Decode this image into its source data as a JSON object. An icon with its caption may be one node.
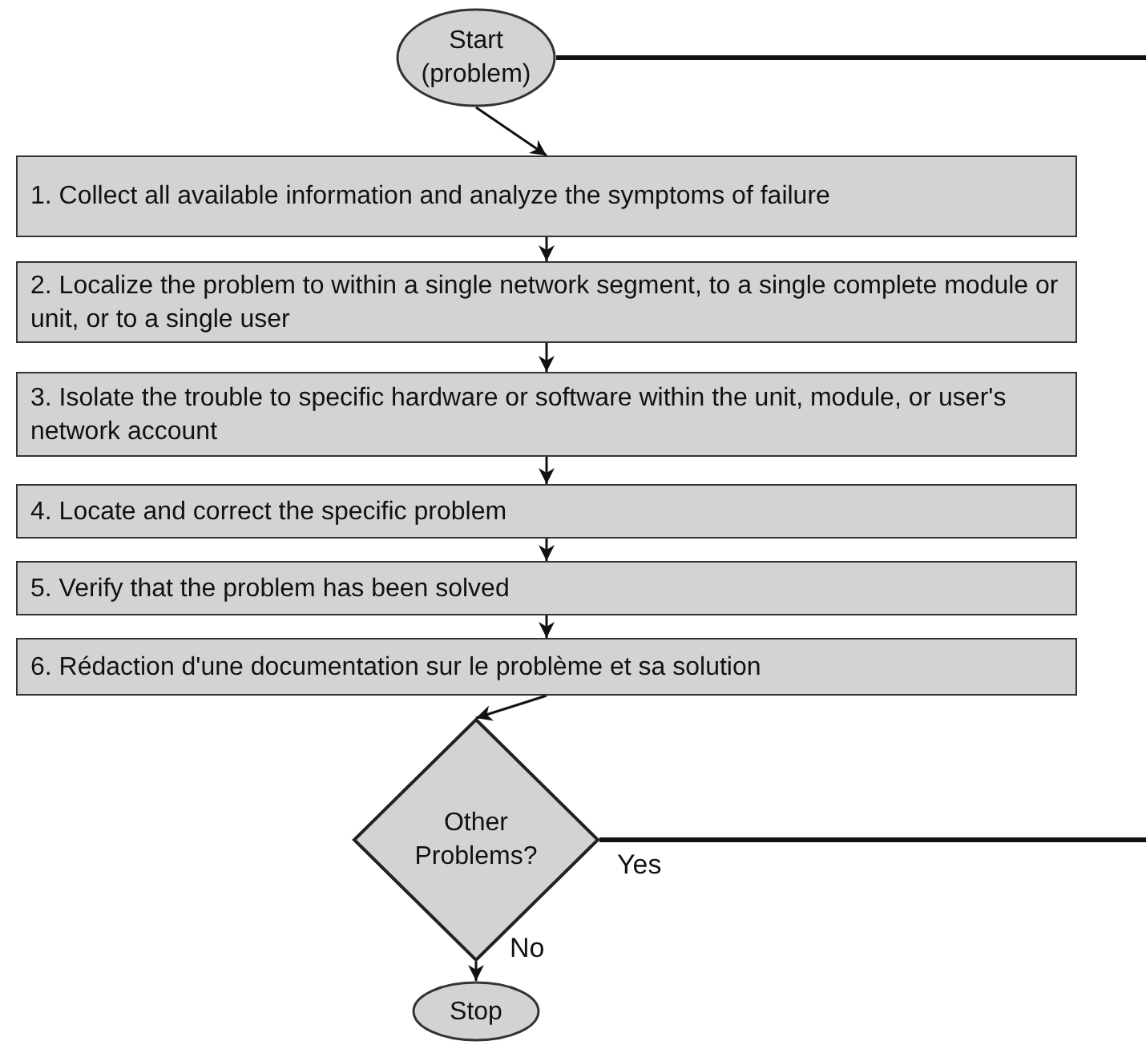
{
  "diagram": {
    "nodes": [
      {
        "text": [
          "Start (problem)"
        ]
      },
      {
        "text": [
          "1. Collect all available information and analyze the symptoms of failure"
        ]
      },
      {
        "text": [
          "2. Localize the problem to within a single network segment, to a single complete module or unit, or to a single user"
        ]
      },
      {
        "text": [
          "3. Isolate the trouble to specific hardware or software within the unit, module, or user's network account"
        ]
      },
      {
        "text": [
          "4. Locate and correct the specific problem"
        ]
      },
      {
        "text": [
          "5. Verify that the problem has been solved"
        ]
      },
      {
        "text": [
          "6. Rédaction d'une documentation sur le problème et sa solution"
        ]
      },
      {
        "text": [
          "Other Problems?"
        ]
      },
      {
        "text": [
          "Stop"
        ]
      }
    ],
    "edges": [
      {
        "from": 0,
        "to": null,
        "arrow": "none",
        "style": "thick"
      },
      {
        "from": 0,
        "to": 1,
        "arrow": "to"
      },
      {
        "from": 1,
        "to": 2,
        "arrow": "to"
      },
      {
        "from": 2,
        "to": 3,
        "arrow": "to"
      },
      {
        "from": 3,
        "to": 4,
        "arrow": "to"
      },
      {
        "from": 4,
        "to": 5,
        "arrow": "to"
      },
      {
        "from": 5,
        "to": 6,
        "arrow": "to"
      },
      {
        "from": 6,
        "to": 7,
        "arrow": "to"
      },
      {
        "from": 7,
        "to": null,
        "label": "Yes",
        "arrow": "none",
        "style": "thick"
      },
      {
        "from": 7,
        "to": 8,
        "label": "No",
        "arrow": "to"
      }
    ]
  }
}
